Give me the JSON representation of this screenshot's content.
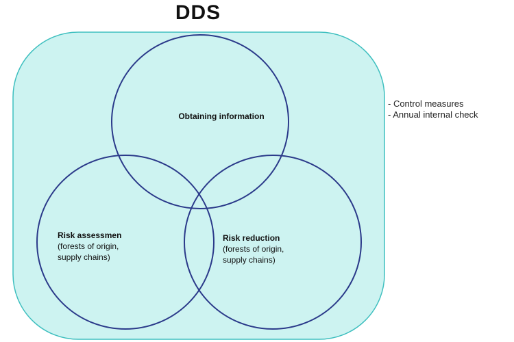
{
  "title": "DDS",
  "colors": {
    "container_fill": "#cdf3f1",
    "container_border": "#3ebfbf",
    "circle_stroke": "#2b3a8a",
    "text": "#111111"
  },
  "side_notes": [
    "- Control measures",
    "- Annual internal check"
  ],
  "circles": {
    "top": {
      "heading": "Obtaining information"
    },
    "left": {
      "heading": "Risk assessmen",
      "lines": [
        "(forests of origin,",
        "supply chains)"
      ]
    },
    "right": {
      "heading": "Risk reduction",
      "lines": [
        "(forests of origin,",
        "supply chains)"
      ]
    }
  }
}
